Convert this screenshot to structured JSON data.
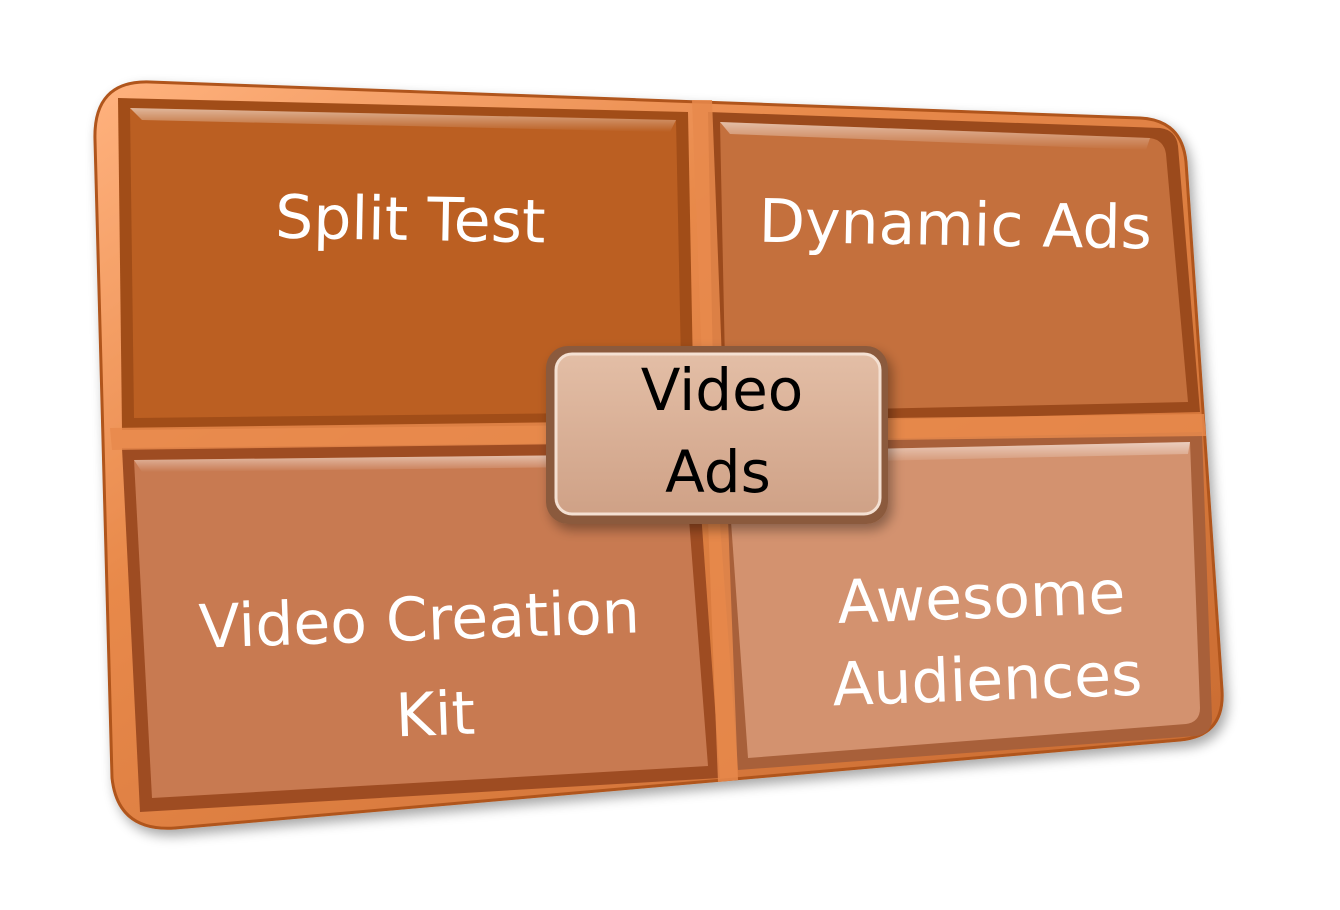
{
  "diagram": {
    "center": {
      "line1": "Video",
      "line2": "Ads",
      "fill": "#d8ae94"
    },
    "quadrants": {
      "top_left": {
        "line1": "Split Test",
        "fill": "#bb5f22"
      },
      "top_right": {
        "line1": "Dynamic Ads",
        "fill": "#c4703d"
      },
      "bottom_left": {
        "line1": "Video Creation",
        "line2": "Kit",
        "fill": "#c87a51"
      },
      "bottom_right": {
        "line1": "Awesome",
        "line2": "Audiences",
        "fill": "#d3926f"
      }
    },
    "frame_color": "#e8894a",
    "frame_highlight": "#ffb27e",
    "frame_shadow": "#8a3f12"
  }
}
